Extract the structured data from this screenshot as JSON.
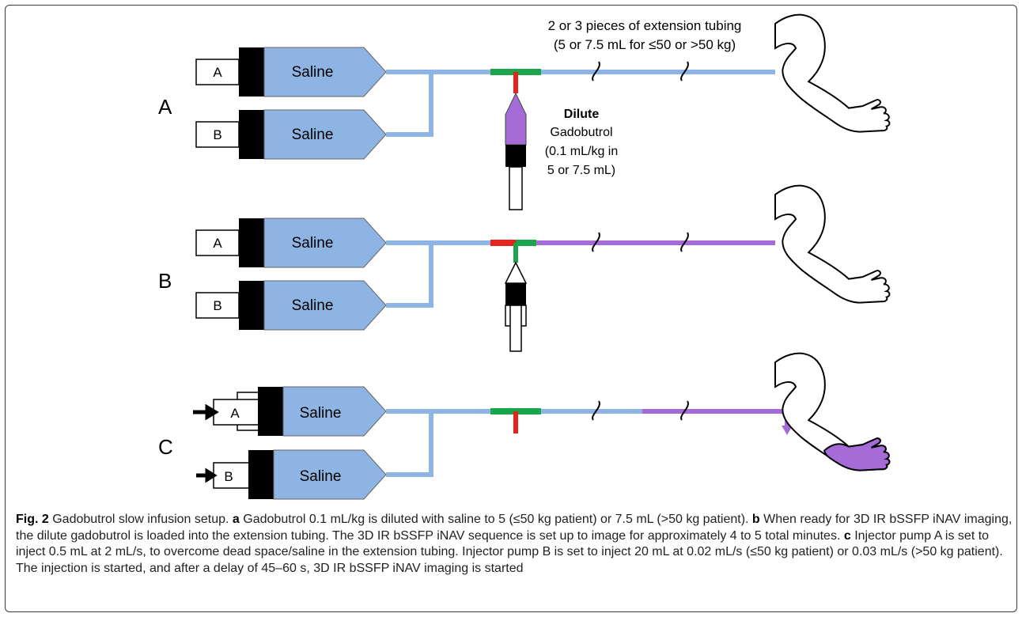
{
  "panels": [
    {
      "label": "A",
      "syringe_a": {
        "tag": "A",
        "content": "Saline"
      },
      "syringe_b": {
        "tag": "B",
        "content": "Saline"
      }
    },
    {
      "label": "B",
      "syringe_a": {
        "tag": "A",
        "content": "Saline"
      },
      "syringe_b": {
        "tag": "B",
        "content": "Saline"
      }
    },
    {
      "label": "C",
      "syringe_a": {
        "tag": "A",
        "content": "Saline"
      },
      "syringe_b": {
        "tag": "B",
        "content": "Saline"
      }
    }
  ],
  "tubing_note": {
    "line1": "2 or 3 pieces of extension tubing",
    "line2": "(5 or 7.5 mL for ≤50 or >50 kg)"
  },
  "gadolinium_note": {
    "bold": "Dilute",
    "line1": "Gadobutrol",
    "line2": "(0.1 mL/kg in",
    "line3": "5 or 7.5 mL)"
  },
  "caption": {
    "fig_label": "Fig. 2",
    "title": " Gadobutrol slow infusion setup. ",
    "a_label": "a",
    "a_text": " Gadobutrol 0.1 mL/kg is diluted with saline to 5 (≤50 kg patient) or 7.5 mL (>50 kg patient). ",
    "b_label": "b",
    "b_text": " When ready for 3D IR bSSFP iNAV imaging, the dilute gadobutrol is loaded into the extension tubing. The 3D IR bSSFP iNAV sequence is set up to image for approximately 4 to 5 total minutes. ",
    "c_label": "c",
    "c_text": " Injector pump A is set to inject 0.5 mL at 2 mL/s, to overcome dead space/saline in the extension tubing. Injector pump B is set to inject 20 mL at 0.02 mL/s (≤50 kg patient) or 0.03 mL/s (>50 kg patient). The injection is started, and after a delay of 45–60 s, 3D IR bSSFP iNAV imaging is started"
  },
  "colors": {
    "saline": "#8eb4e3",
    "gadobutrol": "#a56bd6",
    "stopcock_open": "#1aa54a",
    "stopcock_closed": "#e8231c",
    "plunger": "#000000"
  }
}
